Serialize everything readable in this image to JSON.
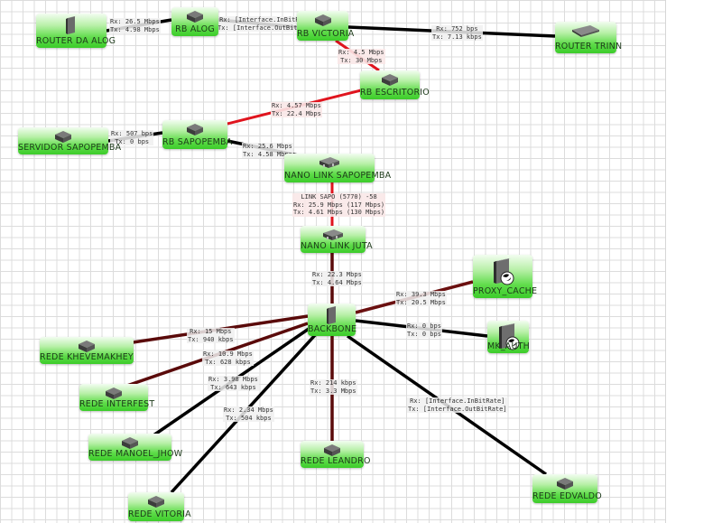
{
  "map": {
    "colors": {
      "link_black": "#000000",
      "link_red": "#e0141e",
      "link_darkred": "#5a0a0a",
      "link_brown": "#6b1010",
      "node_green": "#44d030"
    },
    "nodes": [
      {
        "id": "router_da_alog",
        "label": "ROUTER DA ALOG",
        "icon": "server-tower-icon"
      },
      {
        "id": "rb_alog",
        "label": "RB ALOG",
        "icon": "router-box-icon"
      },
      {
        "id": "rb_victoria",
        "label": "RB VICTORIA",
        "icon": "router-box-icon"
      },
      {
        "id": "router_trinn",
        "label": "ROUTER TRINN",
        "icon": "flat-router-icon"
      },
      {
        "id": "rb_escritorio",
        "label": "RB ESCRITORIO",
        "icon": "router-box-icon"
      },
      {
        "id": "servidor_sapopemba",
        "label": "SERVIDOR SAPOPEMBA",
        "icon": "router-box-icon"
      },
      {
        "id": "rb_sapopemba",
        "label": "RB SAPOPEMBA",
        "icon": "router-box-icon"
      },
      {
        "id": "nano_link_sapopemba",
        "label": "NANO LINK SAPOPEMBA",
        "icon": "switch-icon"
      },
      {
        "id": "nano_link_juta",
        "label": "NANO LINK JUTA",
        "icon": "switch-icon"
      },
      {
        "id": "proxy_cache",
        "label": "PROXY_CACHE",
        "icon": "server-globe-icon"
      },
      {
        "id": "backbone",
        "label": "BACKBONE",
        "icon": "server-tower-icon"
      },
      {
        "id": "mk_auth",
        "label": "MK_AUTH",
        "icon": "server-globe-icon"
      },
      {
        "id": "rede_khevemakhey",
        "label": "REDE KHEVEMAKHEY",
        "icon": "router-box-icon"
      },
      {
        "id": "rede_interfest",
        "label": "REDE INTERFEST",
        "icon": "router-box-icon"
      },
      {
        "id": "rede_manoel_jhow",
        "label": "REDE MANOEL_JHOW",
        "icon": "router-box-icon"
      },
      {
        "id": "rede_vitoria",
        "label": "REDE VITORIA",
        "icon": "router-box-icon"
      },
      {
        "id": "rede_leandro",
        "label": "REDE LEANDRO",
        "icon": "router-box-icon"
      },
      {
        "id": "rede_edvaldo",
        "label": "REDE EDVALDO",
        "icon": "router-box-icon"
      }
    ],
    "links": [
      {
        "from": "router_da_alog",
        "to": "rb_alog",
        "color": "black",
        "lines": [
          "Rx: 26.5 Mbps",
          "Tx: 4.98 Mbps"
        ]
      },
      {
        "from": "rb_alog",
        "to": "rb_victoria",
        "color": "black",
        "lines": [
          "Rx: [Interface.InBitRate]",
          "Tx: [Interface.OutBitRate]"
        ]
      },
      {
        "from": "rb_victoria",
        "to": "router_trinn",
        "color": "black",
        "lines": [
          "Rx: 752 bps",
          "Tx: 7.13 kbps"
        ]
      },
      {
        "from": "rb_victoria",
        "to": "rb_escritorio",
        "color": "red",
        "lines": [
          "Rx: 4.5 Mbps",
          "Tx: 30 Mbps"
        ]
      },
      {
        "from": "rb_escritorio",
        "to": "rb_sapopemba",
        "color": "red",
        "lines": [
          "Rx: 4.57 Mbps",
          "Tx: 22.4 Mbps"
        ]
      },
      {
        "from": "servidor_sapopemba",
        "to": "rb_sapopemba",
        "color": "black",
        "lines": [
          "Rx: 507 bps",
          "Tx: 0 bps"
        ]
      },
      {
        "from": "rb_sapopemba",
        "to": "nano_link_sapopemba",
        "color": "black",
        "lines": [
          "Rx: 25.6 Mbps",
          "Tx: 4.58 Mbps"
        ]
      },
      {
        "from": "nano_link_sapopemba",
        "to": "nano_link_juta",
        "color": "red",
        "lines": [
          "LINK SAPO (5770) -58",
          "Rx: 25.9 Mbps (117 Mbps)",
          "Tx: 4.61 Mbps (130 Mbps)"
        ]
      },
      {
        "from": "nano_link_juta",
        "to": "backbone",
        "color": "darkred",
        "lines": [
          "Rx: 22.3 Mbps",
          "Tx: 4.64 Mbps"
        ]
      },
      {
        "from": "backbone",
        "to": "proxy_cache",
        "color": "brown",
        "lines": [
          "Rx: 39.3 Mbps",
          "Tx: 20.5 Mbps"
        ]
      },
      {
        "from": "backbone",
        "to": "mk_auth",
        "color": "black",
        "lines": [
          "Rx: 0 bps",
          "Tx: 0 bps"
        ]
      },
      {
        "from": "backbone",
        "to": "rede_khevemakhey",
        "color": "darkred",
        "lines": [
          "Rx: 15 Mbps",
          "Tx: 940 kbps"
        ]
      },
      {
        "from": "backbone",
        "to": "rede_interfest",
        "color": "darkred",
        "lines": [
          "Rx: 10.9 Mbps",
          "Tx: 628 kbps"
        ]
      },
      {
        "from": "backbone",
        "to": "rede_manoel_jhow",
        "color": "black",
        "lines": [
          "Rx: 3.98 Mbps",
          "Tx: 643 kbps"
        ]
      },
      {
        "from": "backbone",
        "to": "rede_vitoria",
        "color": "black",
        "lines": [
          "Rx: 2.34 Mbps",
          "Tx: 504 kbps"
        ]
      },
      {
        "from": "backbone",
        "to": "rede_leandro",
        "color": "darkred",
        "lines": [
          "Rx: 214 kbps",
          "Tx: 3.3 Mbps"
        ]
      },
      {
        "from": "backbone",
        "to": "rede_edvaldo",
        "color": "black",
        "lines": [
          "Rx: [Interface.InBitRate]",
          "Tx: [Interface.OutBitRate]"
        ]
      }
    ]
  }
}
